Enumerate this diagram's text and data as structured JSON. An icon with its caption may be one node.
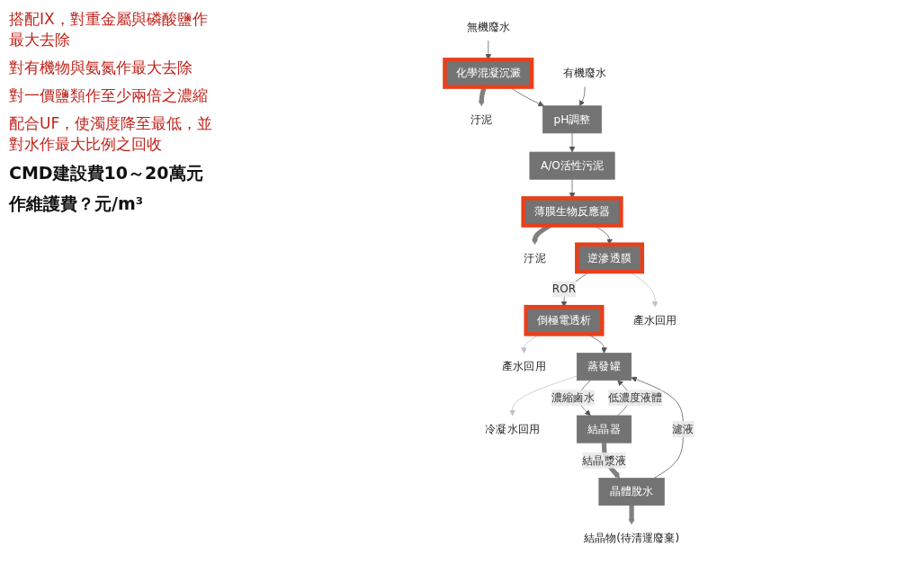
{
  "diagram": {
    "nodes": [
      {
        "text": [
          "無機廢水"
        ]
      },
      {
        "text": [
          "化學混凝沉澱"
        ]
      },
      {
        "text": [
          "汙泥"
        ]
      },
      {
        "text": [
          "有機廢水"
        ]
      },
      {
        "text": [
          "pH調整"
        ]
      },
      {
        "text": [
          "A/O活性污泥"
        ]
      },
      {
        "text": [
          "薄膜生物反應器"
        ]
      },
      {
        "text": [
          "汙泥"
        ]
      },
      {
        "text": [
          "逆滲透膜"
        ]
      },
      {
        "text": [
          "倒極電透析"
        ]
      },
      {
        "text": [
          "產水回用"
        ]
      },
      {
        "text": [
          "產水回用"
        ]
      },
      {
        "text": [
          "蒸發罐"
        ]
      },
      {
        "text": [
          "冷凝水回用"
        ]
      },
      {
        "text": [
          "結晶器"
        ]
      },
      {
        "text": [
          "晶體脫水"
        ]
      },
      {
        "text": [
          "結晶物(待清運廢棄)"
        ]
      }
    ],
    "edges": [
      {
        "from": 0,
        "to": 1,
        "arrow": "to"
      },
      {
        "from": 1,
        "to": 2,
        "arrow": "to",
        "style": "thick",
        "color": "#808080"
      },
      {
        "from": 1,
        "to": 4,
        "arrow": "to"
      },
      {
        "from": 3,
        "to": 4,
        "arrow": "to"
      },
      {
        "from": 4,
        "to": 5,
        "arrow": "to"
      },
      {
        "from": 5,
        "to": 6,
        "arrow": "to"
      },
      {
        "from": 6,
        "to": 7,
        "arrow": "to",
        "style": "thick",
        "color": "#808080"
      },
      {
        "from": 6,
        "to": 8,
        "arrow": "to"
      },
      {
        "from": 8,
        "to": 9,
        "label": "ROR",
        "arrow": "to"
      },
      {
        "from": 8,
        "to": 10,
        "arrow": "to",
        "color": "#c0c0c0"
      },
      {
        "from": 9,
        "to": 11,
        "arrow": "to",
        "color": "#c0c0c0"
      },
      {
        "from": 9,
        "to": 12,
        "arrow": "to"
      },
      {
        "from": 12,
        "to": 14,
        "label": "濃縮鹵水",
        "arrow": "to"
      },
      {
        "from": 12,
        "to": 13,
        "arrow": "to",
        "color": "#c0c0c0"
      },
      {
        "from": 14,
        "to": 15,
        "label": "結晶漿液",
        "arrow": "to",
        "style": "thick",
        "color": "#808080"
      },
      {
        "from": 14,
        "to": 12,
        "label": "低濃度液體",
        "arrow": "to"
      },
      {
        "from": 15,
        "to": 12,
        "label": "濾液",
        "arrow": "to"
      },
      {
        "from": 15,
        "to": 16,
        "arrow": "to",
        "style": "thick",
        "color": "#808080"
      }
    ],
    "labels": [
      "搭配IX，對重金屬與磷酸鹽作最大去除",
      "對有機物與氨氮作最大去除",
      "對一價鹽類作至少兩倍之濃縮",
      "配合UF，使濁度降至最低，並對水作最大比例之回收",
      "CMD建設費10～20萬元",
      "作維護費？元/m³"
    ]
  }
}
